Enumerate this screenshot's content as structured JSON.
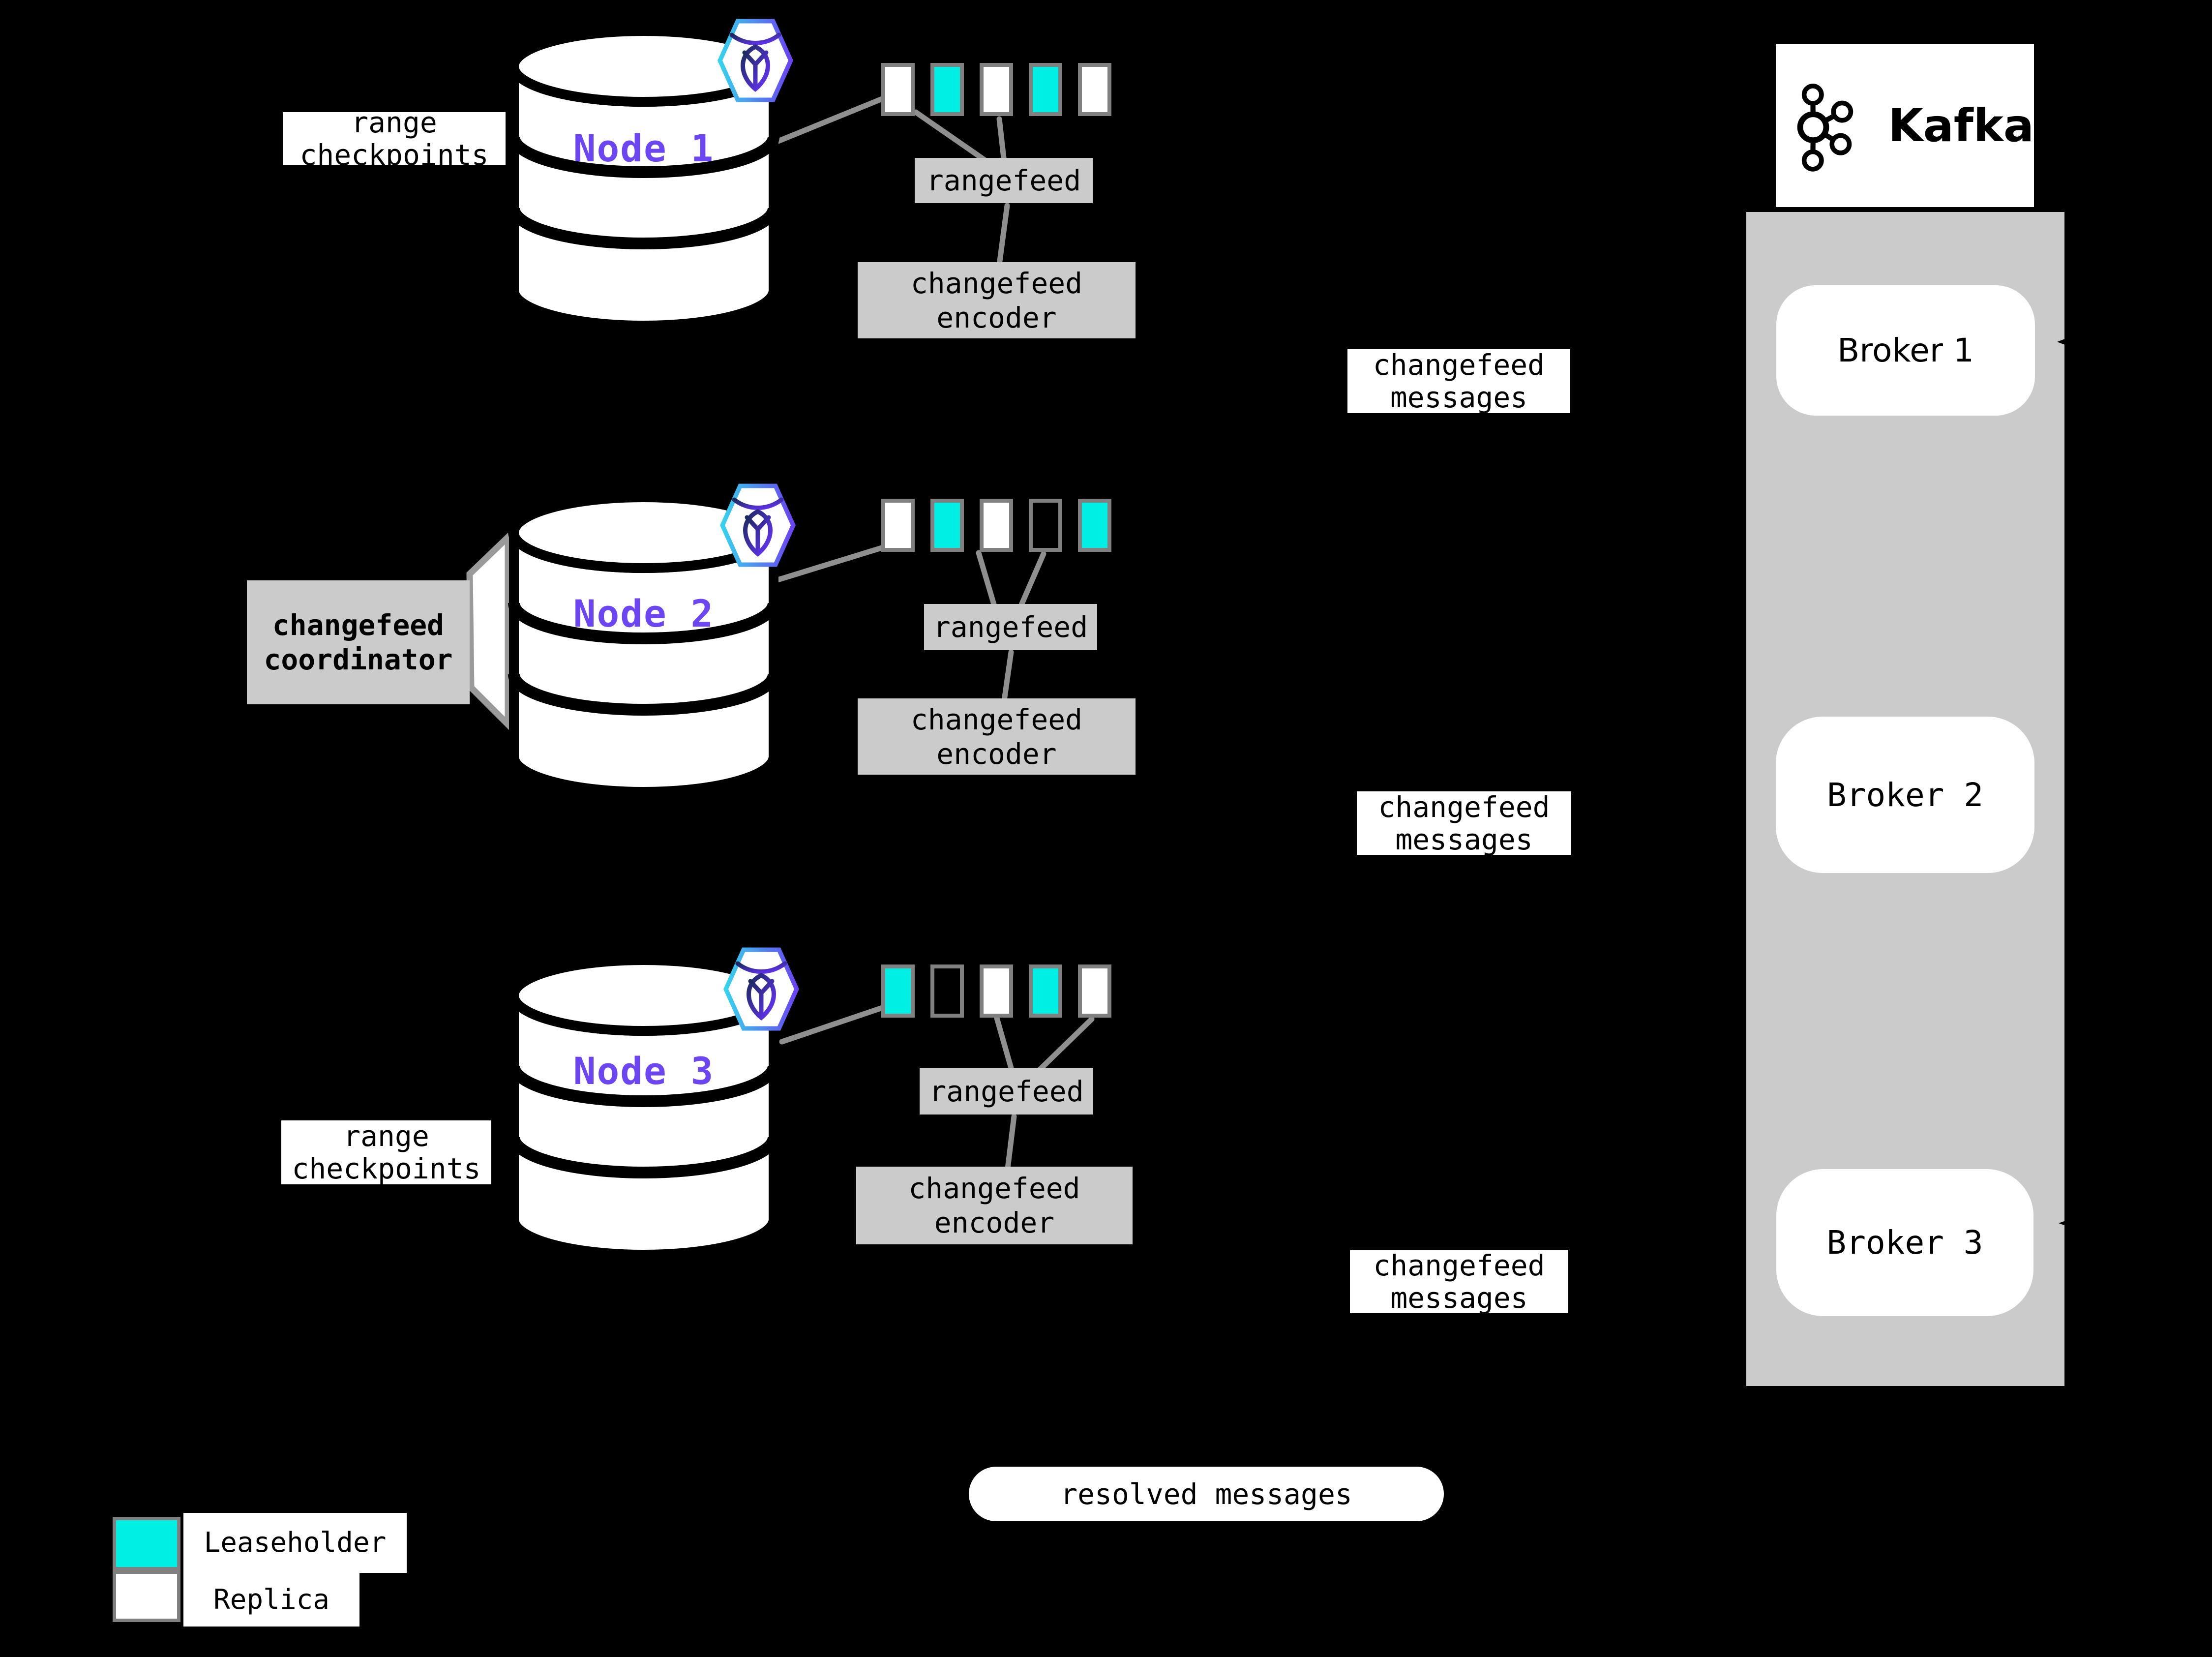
{
  "colors": {
    "leaseholder": "#00efe4",
    "replica": "#ffffff",
    "empty": "transparent",
    "node_name": "#6b46f2",
    "box_gray": "#cbcbcb",
    "border_gray": "#808080",
    "line_gray": "#8f8f8f"
  },
  "labels": {
    "range_checkpoints": {
      "l1": "range",
      "l2": "checkpoints"
    },
    "rangefeed": "rangefeed",
    "changefeed_encoder": {
      "l1": "changefeed",
      "l2": "encoder"
    },
    "changefeed_messages": {
      "l1": "changefeed",
      "l2": "messages"
    },
    "changefeed_coordinator": {
      "l1": "changefeed",
      "l2": "coordinator"
    },
    "resolved_messages": "resolved messages",
    "kafka": "Kafka"
  },
  "nodes": [
    {
      "name": "Node 1",
      "ranges": [
        "replica",
        "leaseholder",
        "replica",
        "leaseholder",
        "replica"
      ]
    },
    {
      "name": "Node 2",
      "ranges": [
        "replica",
        "leaseholder",
        "replica",
        "empty",
        "leaseholder"
      ]
    },
    {
      "name": "Node 3",
      "ranges": [
        "leaseholder",
        "empty",
        "replica",
        "leaseholder",
        "replica"
      ]
    }
  ],
  "brokers": [
    {
      "label": "Broker 1"
    },
    {
      "label": "Broker 2"
    },
    {
      "label": "Broker 3"
    }
  ],
  "legend": [
    {
      "swatch": "leaseholder",
      "label": "Leaseholder"
    },
    {
      "swatch": "replica",
      "label": "Replica"
    }
  ]
}
